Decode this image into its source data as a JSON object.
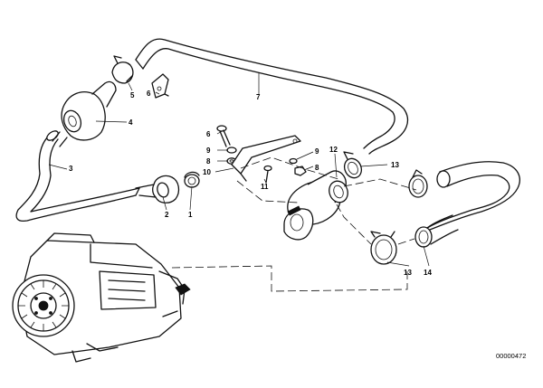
{
  "callouts": [
    {
      "id": "c1",
      "label": "1"
    },
    {
      "id": "c2",
      "label": "2"
    },
    {
      "id": "c3",
      "label": "3"
    },
    {
      "id": "c4",
      "label": "4"
    },
    {
      "id": "c5",
      "label": "5"
    },
    {
      "id": "c6a",
      "label": "6"
    },
    {
      "id": "c6b",
      "label": "6"
    },
    {
      "id": "c7",
      "label": "7"
    },
    {
      "id": "c8a",
      "label": "8"
    },
    {
      "id": "c8b",
      "label": "8"
    },
    {
      "id": "c9a",
      "label": "9"
    },
    {
      "id": "c9b",
      "label": "9"
    },
    {
      "id": "c10",
      "label": "10"
    },
    {
      "id": "c11",
      "label": "11"
    },
    {
      "id": "c12",
      "label": "12"
    },
    {
      "id": "c13a",
      "label": "13"
    },
    {
      "id": "c13b",
      "label": "13"
    },
    {
      "id": "c14",
      "label": "14"
    }
  ],
  "reference_number": "00000472"
}
